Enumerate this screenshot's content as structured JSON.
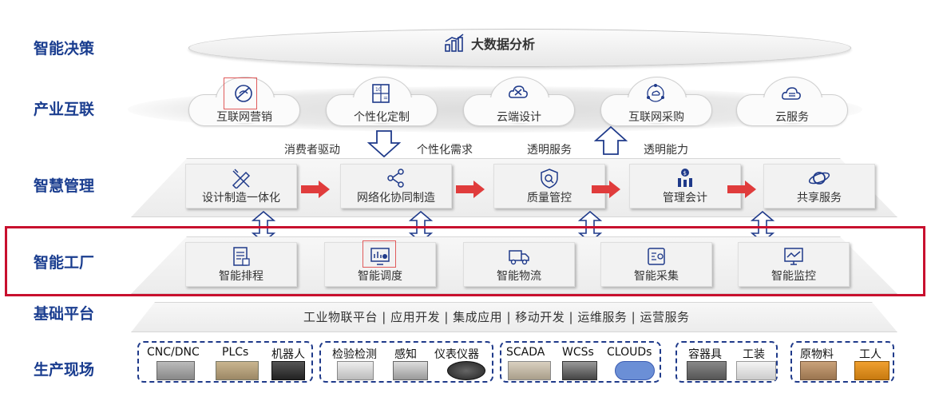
{
  "layers": [
    "智能决策",
    "产业互联",
    "智慧管理",
    "智能工厂",
    "基础平台",
    "生产现场"
  ],
  "decision": {
    "title": "大数据分析",
    "icon": "bar-chart-icon"
  },
  "industry_clouds": [
    {
      "label": "互联网营销",
      "icon": "globe-pen-icon"
    },
    {
      "label": "个性化定制",
      "icon": "calculator-icon"
    },
    {
      "label": "云端设计",
      "icon": "cloud-tools-icon"
    },
    {
      "label": "互联网采购",
      "icon": "network-cloud-icon"
    },
    {
      "label": "云服务",
      "icon": "cloud-list-icon"
    }
  ],
  "flow_labels": {
    "consumer": "消费者驱动",
    "personal": "个性化需求",
    "transparent_service": "透明服务",
    "transparent_ability": "透明能力"
  },
  "management": [
    {
      "label": "设计制造一体化",
      "icon": "pencil-ruler-icon"
    },
    {
      "label": "网络化协同制造",
      "icon": "share-icon"
    },
    {
      "label": "质量管控",
      "icon": "shield-search-icon"
    },
    {
      "label": "管理会计",
      "icon": "finance-chart-icon"
    },
    {
      "label": "共享服务",
      "icon": "orbit-icon"
    }
  ],
  "factory": [
    {
      "label": "智能排程",
      "icon": "schedule-doc-icon"
    },
    {
      "label": "智能调度",
      "icon": "dispatch-monitor-icon"
    },
    {
      "label": "智能物流",
      "icon": "truck-icon"
    },
    {
      "label": "智能采集",
      "icon": "collect-card-icon"
    },
    {
      "label": "智能监控",
      "icon": "monitor-chart-icon"
    }
  ],
  "platform_text": "工业物联平台 | 应用开发 | 集成应用 | 移动开发 | 运维服务 | 运营服务",
  "field_groups": [
    {
      "items": [
        "CNC/DNC",
        "PLCs",
        "机器人"
      ]
    },
    {
      "items": [
        "检验检测",
        "感知",
        "仪表仪器"
      ]
    },
    {
      "items": [
        "SCADA",
        "WCSs",
        "CLOUDs"
      ]
    },
    {
      "items": [
        "容器具",
        "工装"
      ]
    },
    {
      "items": [
        "原物料",
        "工人"
      ]
    }
  ],
  "colors": {
    "label_blue": "#1a3d8f",
    "arrow_red": "#e03c3c",
    "frame_red": "#c8102e",
    "arrow_blue": "#1f3a8a"
  }
}
